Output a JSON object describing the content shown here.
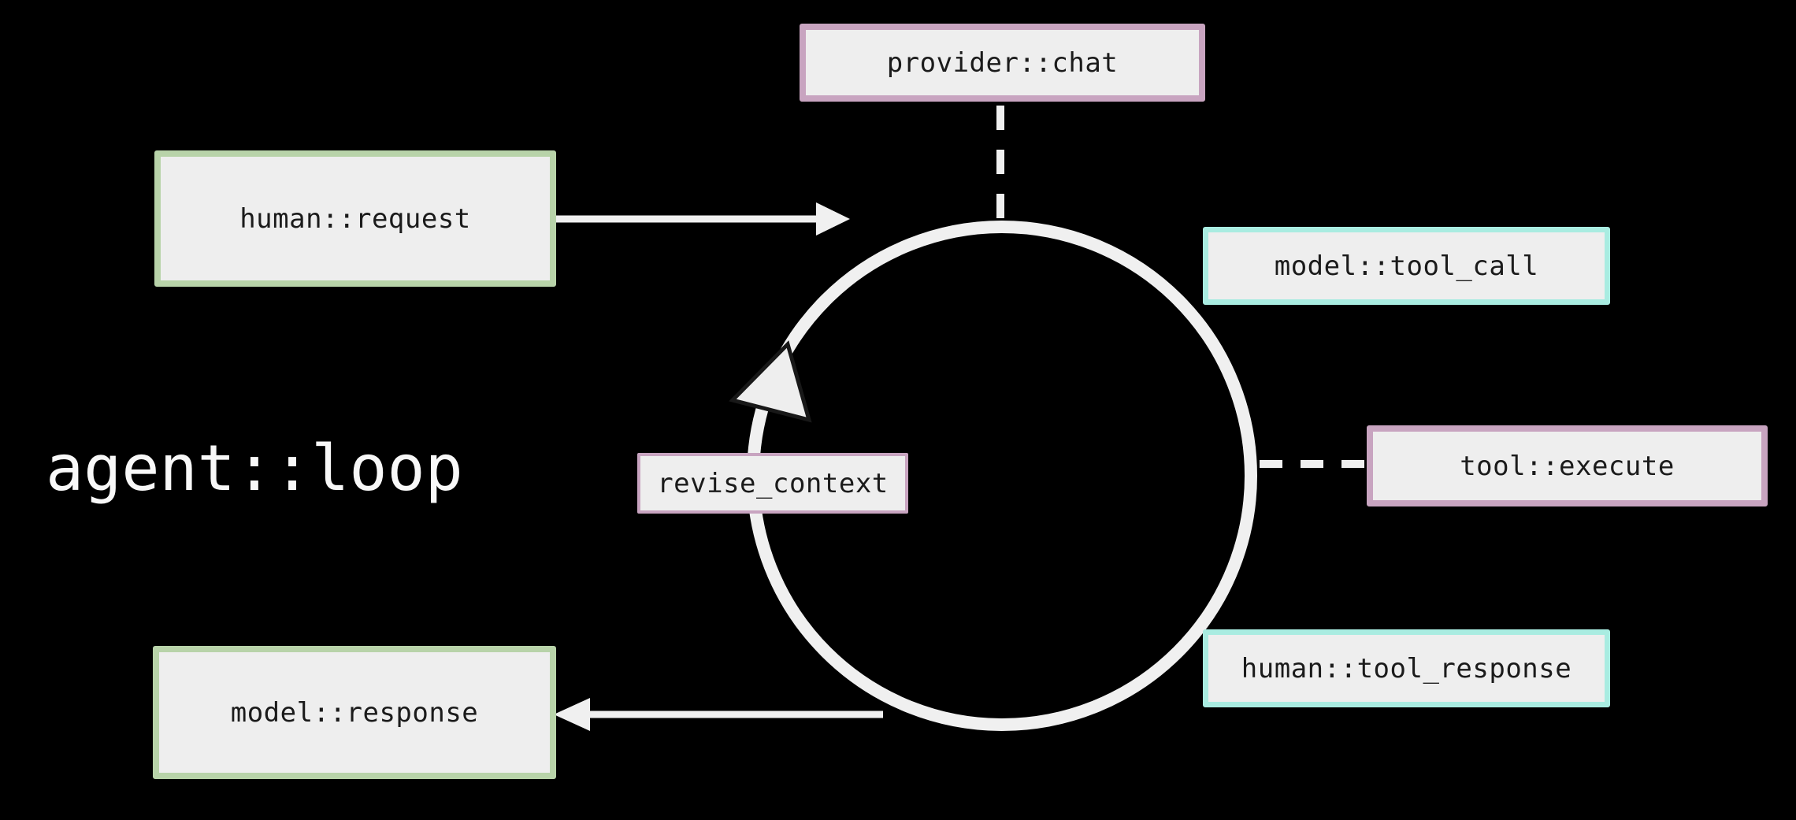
{
  "diagram": {
    "title": "agent::loop",
    "nodes": {
      "provider_chat": {
        "label": "provider::chat",
        "accent": "pink"
      },
      "human_request": {
        "label": "human::request",
        "accent": "green"
      },
      "model_tool_call": {
        "label": "model::tool_call",
        "accent": "cyan"
      },
      "tool_execute": {
        "label": "tool::execute",
        "accent": "pink"
      },
      "human_tool_response": {
        "label": "human::tool_response",
        "accent": "cyan"
      },
      "model_response": {
        "label": "model::response",
        "accent": "green"
      },
      "revise_context": {
        "label": "revise_context",
        "accent": "pink"
      }
    },
    "connectors": {
      "request_arrow": {
        "from": "human_request",
        "to": "loop",
        "style": "solid-arrow"
      },
      "response_arrow": {
        "from": "loop",
        "to": "model_response",
        "style": "solid-arrow"
      },
      "provider_connector": {
        "from": "provider_chat",
        "to": "loop",
        "style": "dashed"
      },
      "tool_connector": {
        "from": "loop",
        "to": "tool_execute",
        "style": "dashed"
      }
    },
    "colors": {
      "background": "#000000",
      "box_fill": "#eeeeee",
      "accent_green": "#b8d3a9",
      "accent_pink": "#c8a4c0",
      "accent_cyan": "#a9ece1",
      "line": "#f0f0f0",
      "text_dark": "#1b1b1b",
      "text_light": "#f8f8f8"
    }
  }
}
